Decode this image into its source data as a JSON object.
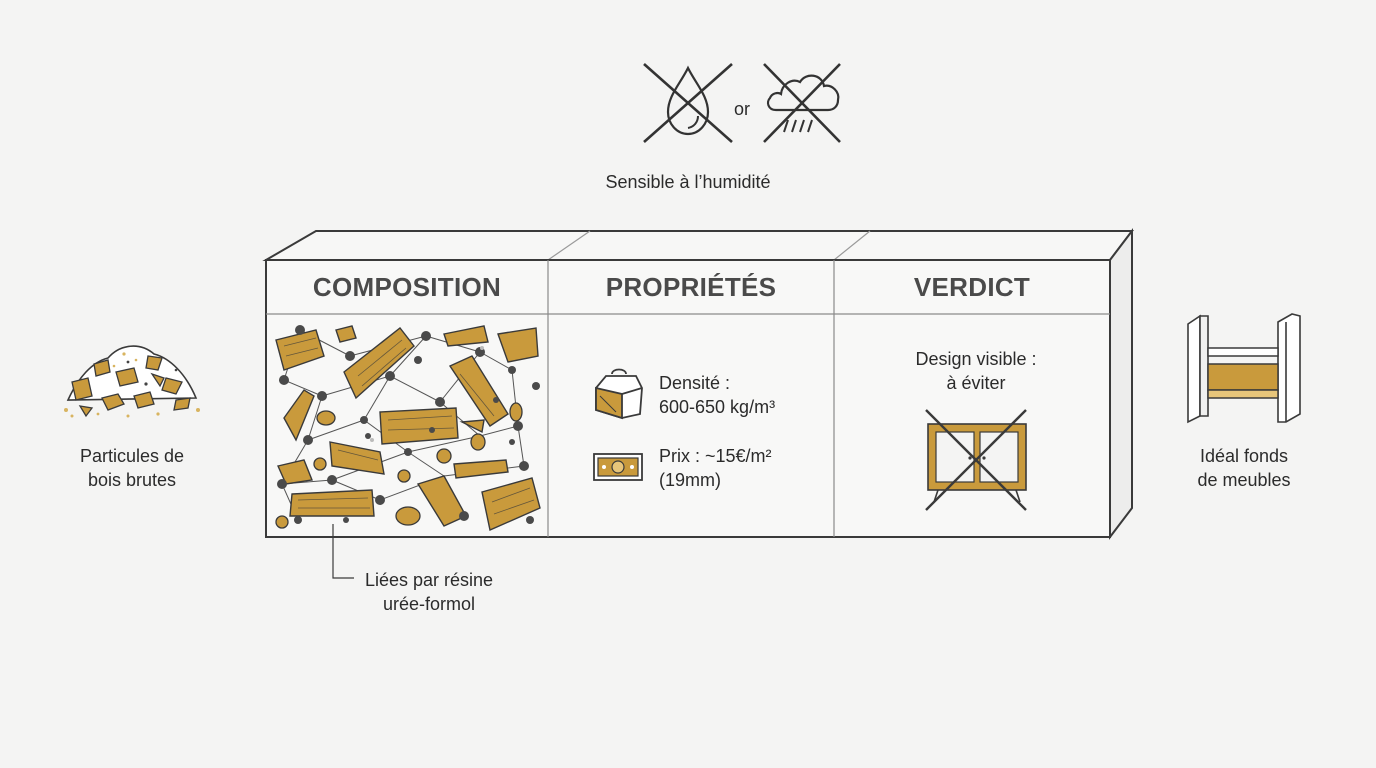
{
  "moisture": {
    "or_label": "or",
    "caption": "Sensible à l’humidité"
  },
  "left": {
    "line1": "Particules de",
    "line2": "bois brutes"
  },
  "right": {
    "line1": "Idéal fonds",
    "line2": "de meubles"
  },
  "columns": {
    "composition": {
      "title": "COMPOSITION"
    },
    "properties": {
      "title": "PROPRIÉTÉS",
      "density_label": "Densité :",
      "density_value": "600-650 kg/m³",
      "price_label": "Prix : ~15€/m²",
      "price_detail": "(19mm)"
    },
    "verdict": {
      "title": "VERDICT",
      "line1": "Design visible :",
      "line2": "à éviter"
    }
  },
  "resin_note": {
    "line1": "Liées par résine",
    "line2": "urée-formol"
  },
  "colors": {
    "wood": "#c99a3c",
    "stroke": "#3a3a3a",
    "background": "#f4f4f3"
  },
  "icons": [
    "water-drop-crossed-icon",
    "rain-cloud-crossed-icon",
    "weight-icon",
    "banknote-icon",
    "cabinet-crossed-icon",
    "wood-pile-icon",
    "shelf-icon"
  ]
}
